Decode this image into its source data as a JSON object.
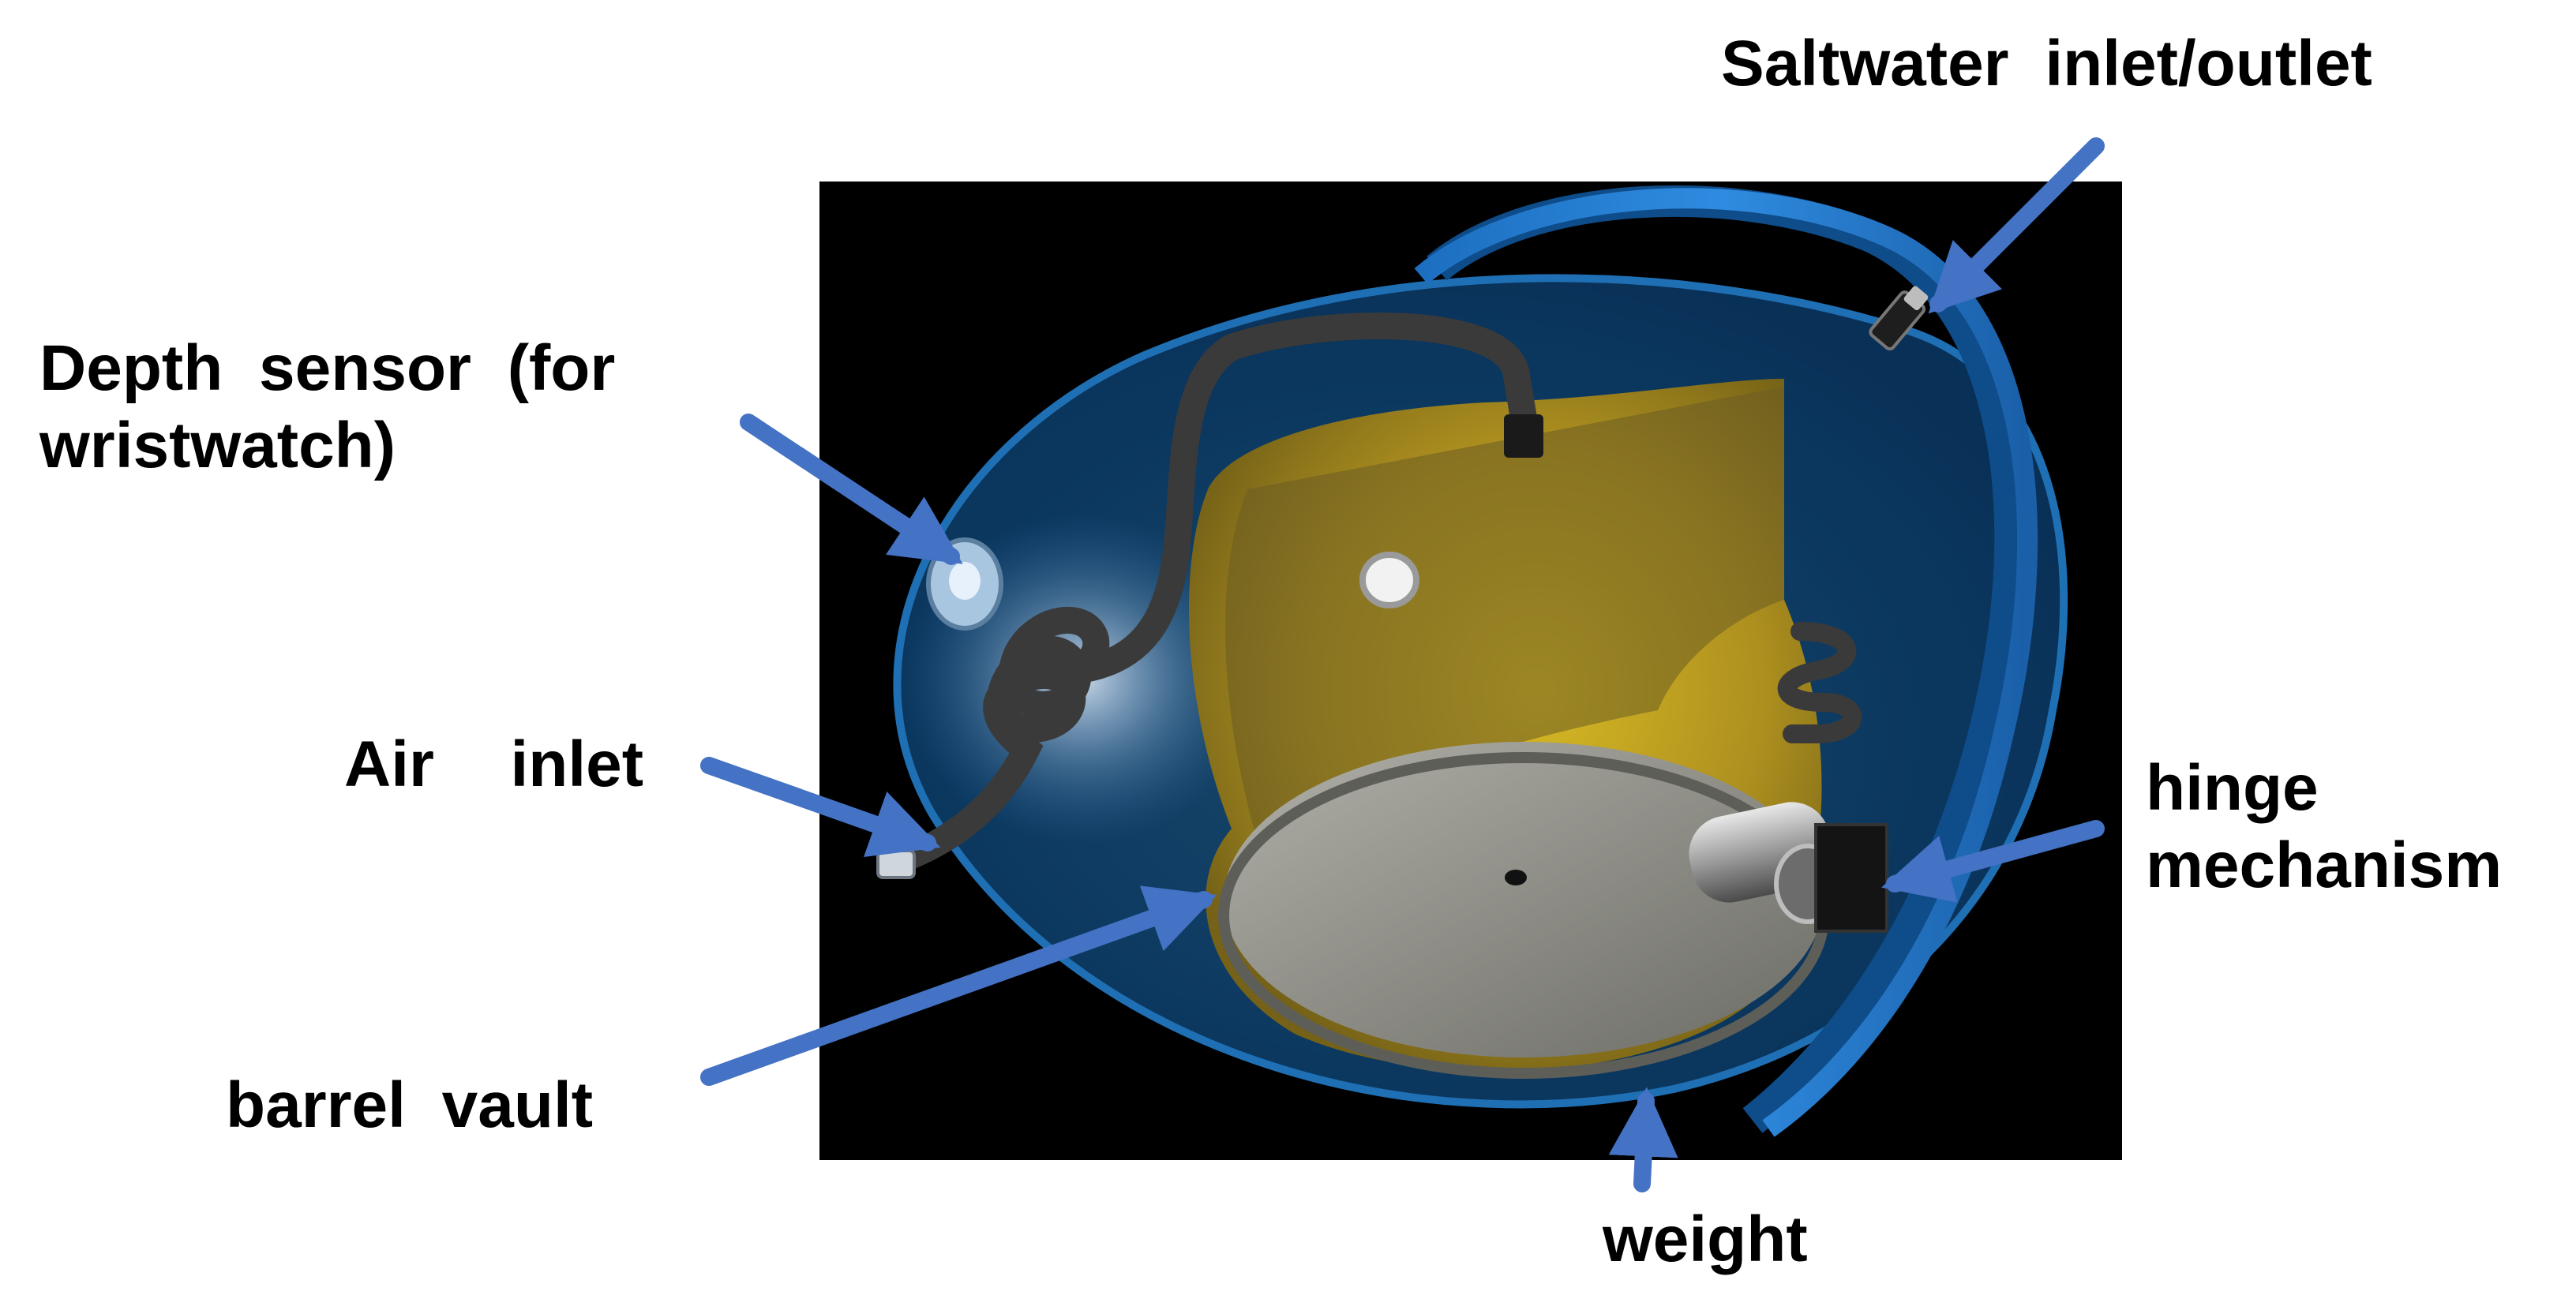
{
  "diagram": {
    "labels": {
      "saltwater": "Saltwater inlet/outlet",
      "depth_line1": "Depth sensor (for",
      "depth_line2": "wristwatch)",
      "air_inlet": "Air inlet",
      "hinge_line1": "hinge",
      "hinge_line2": "mechanism",
      "barrel_vault": "barrel vault",
      "weight": "weight"
    },
    "colors": {
      "background": "#ffffff",
      "render_background": "#000000",
      "arrow": "#4472c4",
      "shell": "#1f6fb5",
      "vault": "#c9a61a",
      "weight_plate": "#8f8f86",
      "hose": "#3a3a3a",
      "label_text": "#000000"
    },
    "icons": [
      "depth-sensor-icon",
      "air-inlet-nozzle-icon",
      "saltwater-nozzle-icon",
      "hinge-block-icon"
    ]
  }
}
